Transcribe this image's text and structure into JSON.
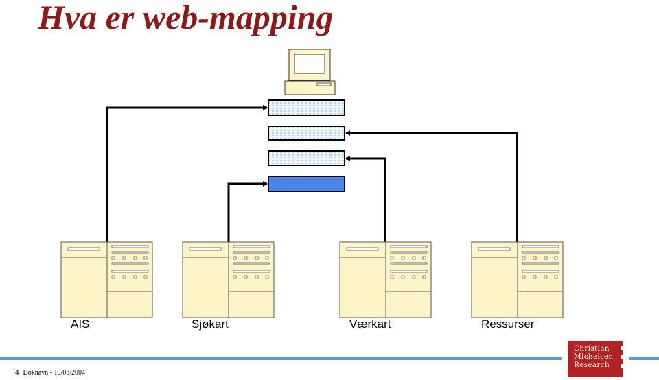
{
  "slide": {
    "title": "Hva er web-mapping",
    "page_number": "4",
    "footer_text": "Doknavn - 19/03/2004"
  },
  "diagram": {
    "servers": [
      {
        "label": "AIS"
      },
      {
        "label": "Sjøkart"
      },
      {
        "label": "Værkart"
      },
      {
        "label": "Ressurser"
      }
    ]
  },
  "logo": {
    "lines": [
      "Christian",
      "Michelsen",
      "Research"
    ]
  },
  "colors": {
    "title": "#8b1a1a",
    "server_fill": "#fdf5c8",
    "layer_blue": "#4a86e8",
    "accent_line": "#5b9bd5",
    "logo_bg": "#b22222"
  }
}
